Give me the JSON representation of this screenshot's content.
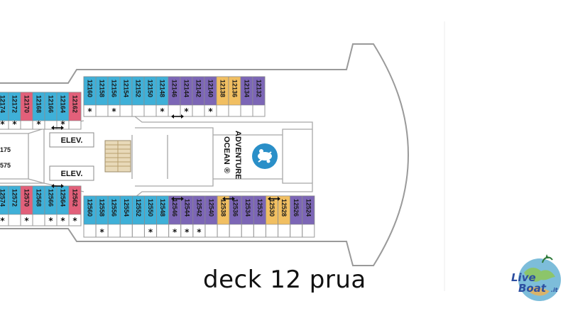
{
  "caption": "deck 12 prua",
  "elevator_labels": [
    "ELEV.",
    "ELEV."
  ],
  "adventure_ocean": {
    "line1": "ADVENTURE",
    "line2": "OCEAN",
    "reg": "®",
    "icon": "adventure-ocean-logo-icon"
  },
  "logo": {
    "word1": "Live",
    "word2": "Boat",
    "suffix": ".it",
    "icon": "live-boat-globe-logo"
  },
  "colors": {
    "blue": "#3fb0d8",
    "purple": "#7c66b6",
    "orange": "#f1bf62",
    "pink": "#e2607a",
    "hull": "#9a9a9a",
    "adventure_blue": "#2a8fc8"
  },
  "cabins": {
    "top_row": [
      {
        "num": "12174",
        "color": "blue",
        "star": true
      },
      {
        "num": "12172",
        "color": "blue",
        "star": true
      },
      {
        "num": "12170",
        "color": "pink",
        "star": false
      },
      {
        "num": "12168",
        "color": "blue",
        "star": true
      },
      {
        "num": "12166",
        "color": "blue",
        "star": false
      },
      {
        "num": "12164",
        "color": "blue",
        "star": true
      },
      {
        "num": "12162",
        "color": "pink",
        "star": false
      },
      {
        "num": "12160",
        "color": "blue",
        "star": true
      },
      {
        "num": "12158",
        "color": "blue",
        "star": false
      },
      {
        "num": "12156",
        "color": "blue",
        "star": true
      },
      {
        "num": "12154",
        "color": "blue",
        "star": false
      },
      {
        "num": "12152",
        "color": "blue",
        "star": false
      },
      {
        "num": "12150",
        "color": "blue",
        "star": false
      },
      {
        "num": "12148",
        "color": "blue",
        "star": true
      },
      {
        "num": "12146",
        "color": "purple",
        "star": false
      },
      {
        "num": "12144",
        "color": "purple",
        "star": true
      },
      {
        "num": "12142",
        "color": "purple",
        "star": false
      },
      {
        "num": "12140",
        "color": "purple",
        "star": true
      },
      {
        "num": "12138",
        "color": "orange",
        "star": false
      },
      {
        "num": "12136",
        "color": "orange",
        "star": false
      },
      {
        "num": "12134",
        "color": "purple",
        "star": false
      },
      {
        "num": "12132",
        "color": "purple",
        "star": false
      }
    ],
    "middle": [
      "175",
      "575"
    ],
    "bottom_row": [
      {
        "num": "12574",
        "color": "blue",
        "star": true
      },
      {
        "num": "12572",
        "color": "blue",
        "star": false
      },
      {
        "num": "12570",
        "color": "pink",
        "star": true
      },
      {
        "num": "12568",
        "color": "blue",
        "star": false
      },
      {
        "num": "12566",
        "color": "blue",
        "star": true
      },
      {
        "num": "12564",
        "color": "blue",
        "star": true
      },
      {
        "num": "12562",
        "color": "pink",
        "star": true
      },
      {
        "num": "12560",
        "color": "blue",
        "star": false
      },
      {
        "num": "12558",
        "color": "blue",
        "star": true
      },
      {
        "num": "12556",
        "color": "blue",
        "star": false
      },
      {
        "num": "12554",
        "color": "blue",
        "star": false
      },
      {
        "num": "12552",
        "color": "blue",
        "star": false
      },
      {
        "num": "12550",
        "color": "blue",
        "star": true
      },
      {
        "num": "12548",
        "color": "blue",
        "star": false
      },
      {
        "num": "12546",
        "color": "purple",
        "star": true
      },
      {
        "num": "12544",
        "color": "purple",
        "star": true
      },
      {
        "num": "12542",
        "color": "purple",
        "star": true
      },
      {
        "num": "12540",
        "color": "purple",
        "star": false
      },
      {
        "num": "12538",
        "color": "orange",
        "star": false
      },
      {
        "num": "12536",
        "color": "purple",
        "star": false
      },
      {
        "num": "12534",
        "color": "purple",
        "star": false
      },
      {
        "num": "12532",
        "color": "purple",
        "star": false
      },
      {
        "num": "12530",
        "color": "orange",
        "star": false
      },
      {
        "num": "12528",
        "color": "orange",
        "star": false
      },
      {
        "num": "12526",
        "color": "purple",
        "star": false
      },
      {
        "num": "12524",
        "color": "purple",
        "star": false
      }
    ]
  }
}
